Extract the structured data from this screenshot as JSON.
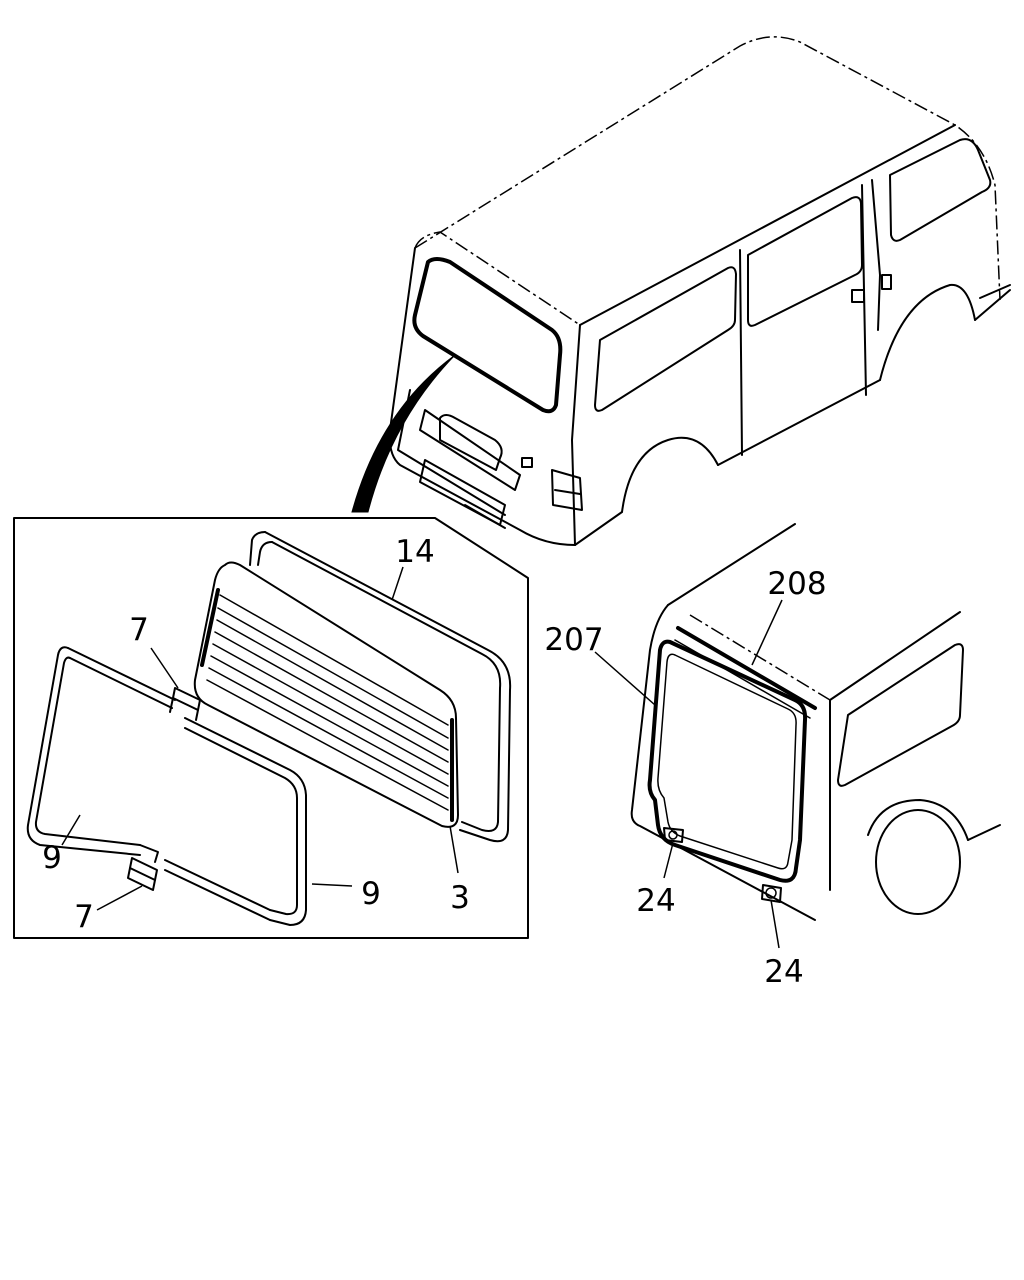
{
  "callouts": {
    "label_14": "14",
    "label_7_upper": "7",
    "label_7_lower": "7",
    "label_9_left": "9",
    "label_9_right": "9",
    "label_3": "3",
    "label_207": "207",
    "label_208": "208",
    "label_24_upper": "24",
    "label_24_lower": "24"
  },
  "colors": {
    "line": "#000000",
    "background": "#ffffff"
  }
}
